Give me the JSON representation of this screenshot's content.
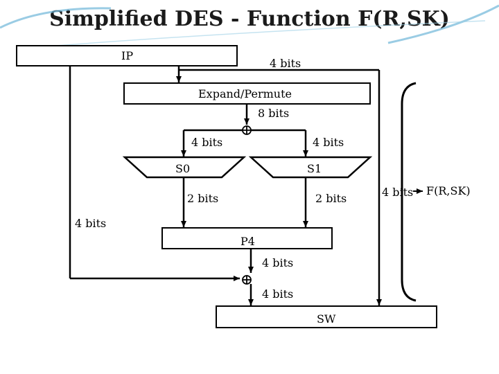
{
  "title": "Simplified DES - Function F(R,SK)",
  "boxes": {
    "ip": "IP",
    "expand": "Expand/Permute",
    "p4": "P4",
    "sw": "SW"
  },
  "sboxes": {
    "s0": "S0",
    "s1": "S1"
  },
  "labels": {
    "ip_out": "4 bits",
    "expand_out": "8 bits",
    "left_in": "4 bits",
    "right_in": "4 bits",
    "s0_out": "2 bits",
    "s1_out": "2 bits",
    "left_bypass": "4 bits",
    "p4_out": "4 bits",
    "xor_out": "4 bits",
    "f_out": "4 bits",
    "f_name": "F(R,SK)"
  }
}
